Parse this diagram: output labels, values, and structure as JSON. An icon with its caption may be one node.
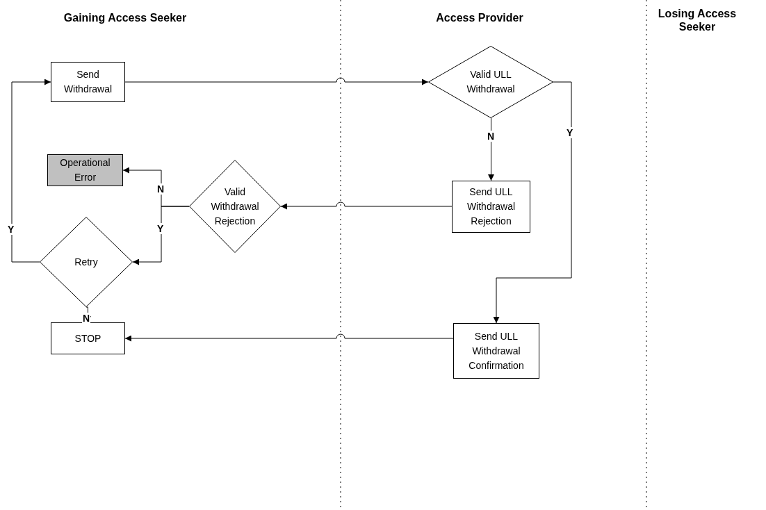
{
  "diagram": {
    "nodes": [
      {
        "text": [
          "Send Withdrawal"
        ]
      },
      {
        "text": [
          "Valid ULL Withdrawal"
        ]
      },
      {
        "text": [
          "Operational Error"
        ]
      },
      {
        "text": [
          "Valid Withdrawal Rejection"
        ]
      },
      {
        "text": [
          "Send ULL Withdrawal Rejection"
        ]
      },
      {
        "text": [
          "Retry"
        ]
      },
      {
        "text": [
          "STOP"
        ]
      },
      {
        "text": [
          "Send ULL Withdrawal Confirmation"
        ]
      }
    ],
    "edges": [
      {
        "from": 0,
        "to": 1,
        "arrow": "to"
      },
      {
        "from": 1,
        "to": 4,
        "arrow": "to",
        "label": "N"
      },
      {
        "from": 1,
        "to": 7,
        "arrow": "to",
        "label": "Y"
      },
      {
        "from": 4,
        "to": 3,
        "arrow": "to"
      },
      {
        "from": 3,
        "to": 2,
        "arrow": "to",
        "label": "N"
      },
      {
        "from": 3,
        "to": 5,
        "arrow": "to",
        "label": "Y"
      },
      {
        "from": 5,
        "to": 0,
        "arrow": "to",
        "label": "Y"
      },
      {
        "from": 5,
        "to": 6,
        "arrow": "to",
        "label": "N"
      },
      {
        "from": 7,
        "to": 6,
        "arrow": "to"
      }
    ],
    "labels": [
      "Gaining Access Seeker",
      "Access Provider",
      "Losing Access Seeker"
    ]
  }
}
